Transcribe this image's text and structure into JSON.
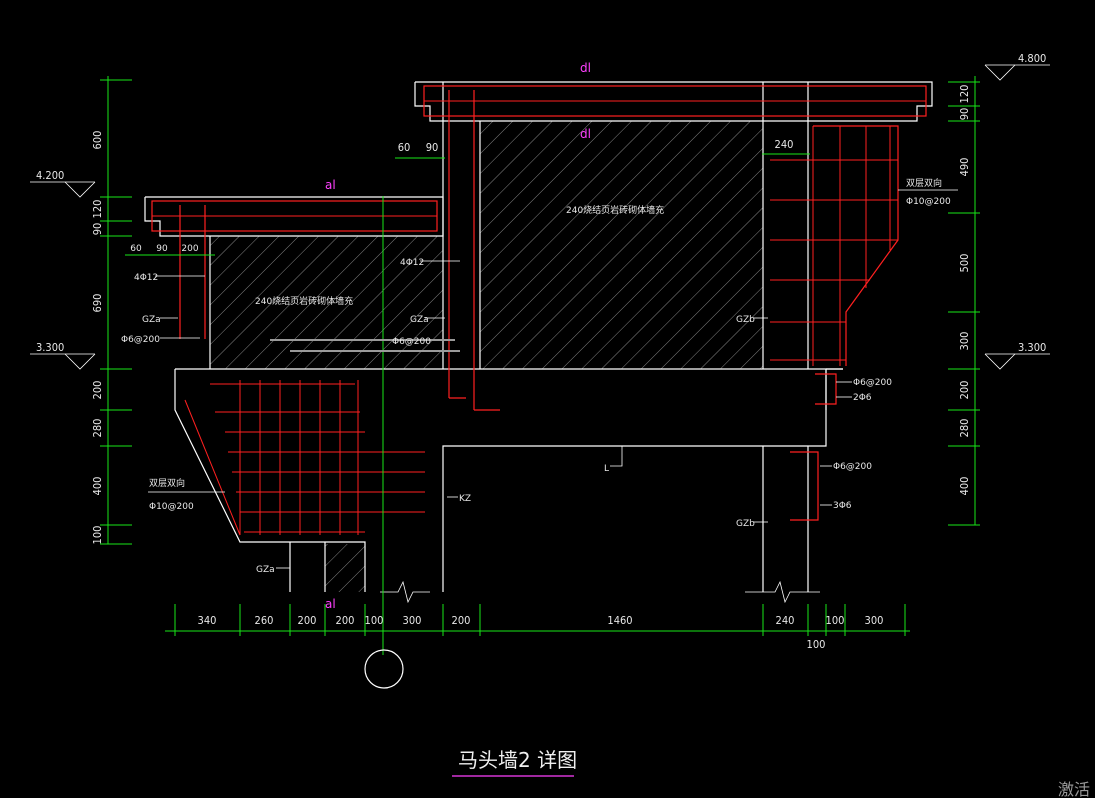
{
  "title": "马头墙2 详图",
  "watermark": "激活",
  "elevations": {
    "top_right": "4.800",
    "left_upper": "4.200",
    "left_lower": "3.300",
    "right_lower": "3.300"
  },
  "beam_labels": {
    "upper_top": "dl",
    "upper_bottom": "dl",
    "lower": "al",
    "base": "al"
  },
  "infill_note": "240烧结页岩砖砌体墙充",
  "left_dims": [
    "600",
    "120",
    "90",
    "690",
    "200",
    "280",
    "400",
    "100"
  ],
  "right_dims": [
    "120",
    "90",
    "490",
    "500",
    "300",
    "200",
    "280",
    "400"
  ],
  "bottom_dims": [
    "340",
    "260",
    "200",
    "200",
    "100",
    "300",
    "200",
    "1460",
    "240",
    "100",
    "300"
  ],
  "bottom_dim_extra": "100",
  "upper_dims": {
    "a": "60",
    "b": "90",
    "c": "240"
  },
  "lower_dims": {
    "a": "60",
    "b": "90",
    "c": "200"
  },
  "callouts": {
    "left_4phi12": "4Φ12",
    "mid_4phi12": "4Φ12",
    "gza_left": "GZa",
    "gza_mid": "GZa",
    "gza_bottom": "GZa",
    "gzb_upper": "GZb",
    "gzb_lower": "GZb",
    "phi6_left": "Φ6@200",
    "phi6_mid": "Φ6@200",
    "phi6_right1": "Φ6@200",
    "phi6_right2": "Φ6@200",
    "two_phi6": "2Φ6",
    "three_phi6": "3Φ6",
    "kz": "KZ",
    "l": "L",
    "dbl_left": "双层双向",
    "phi10_left": "Φ10@200",
    "dbl_right": "双层双向",
    "phi10_right": "Φ10@200"
  }
}
